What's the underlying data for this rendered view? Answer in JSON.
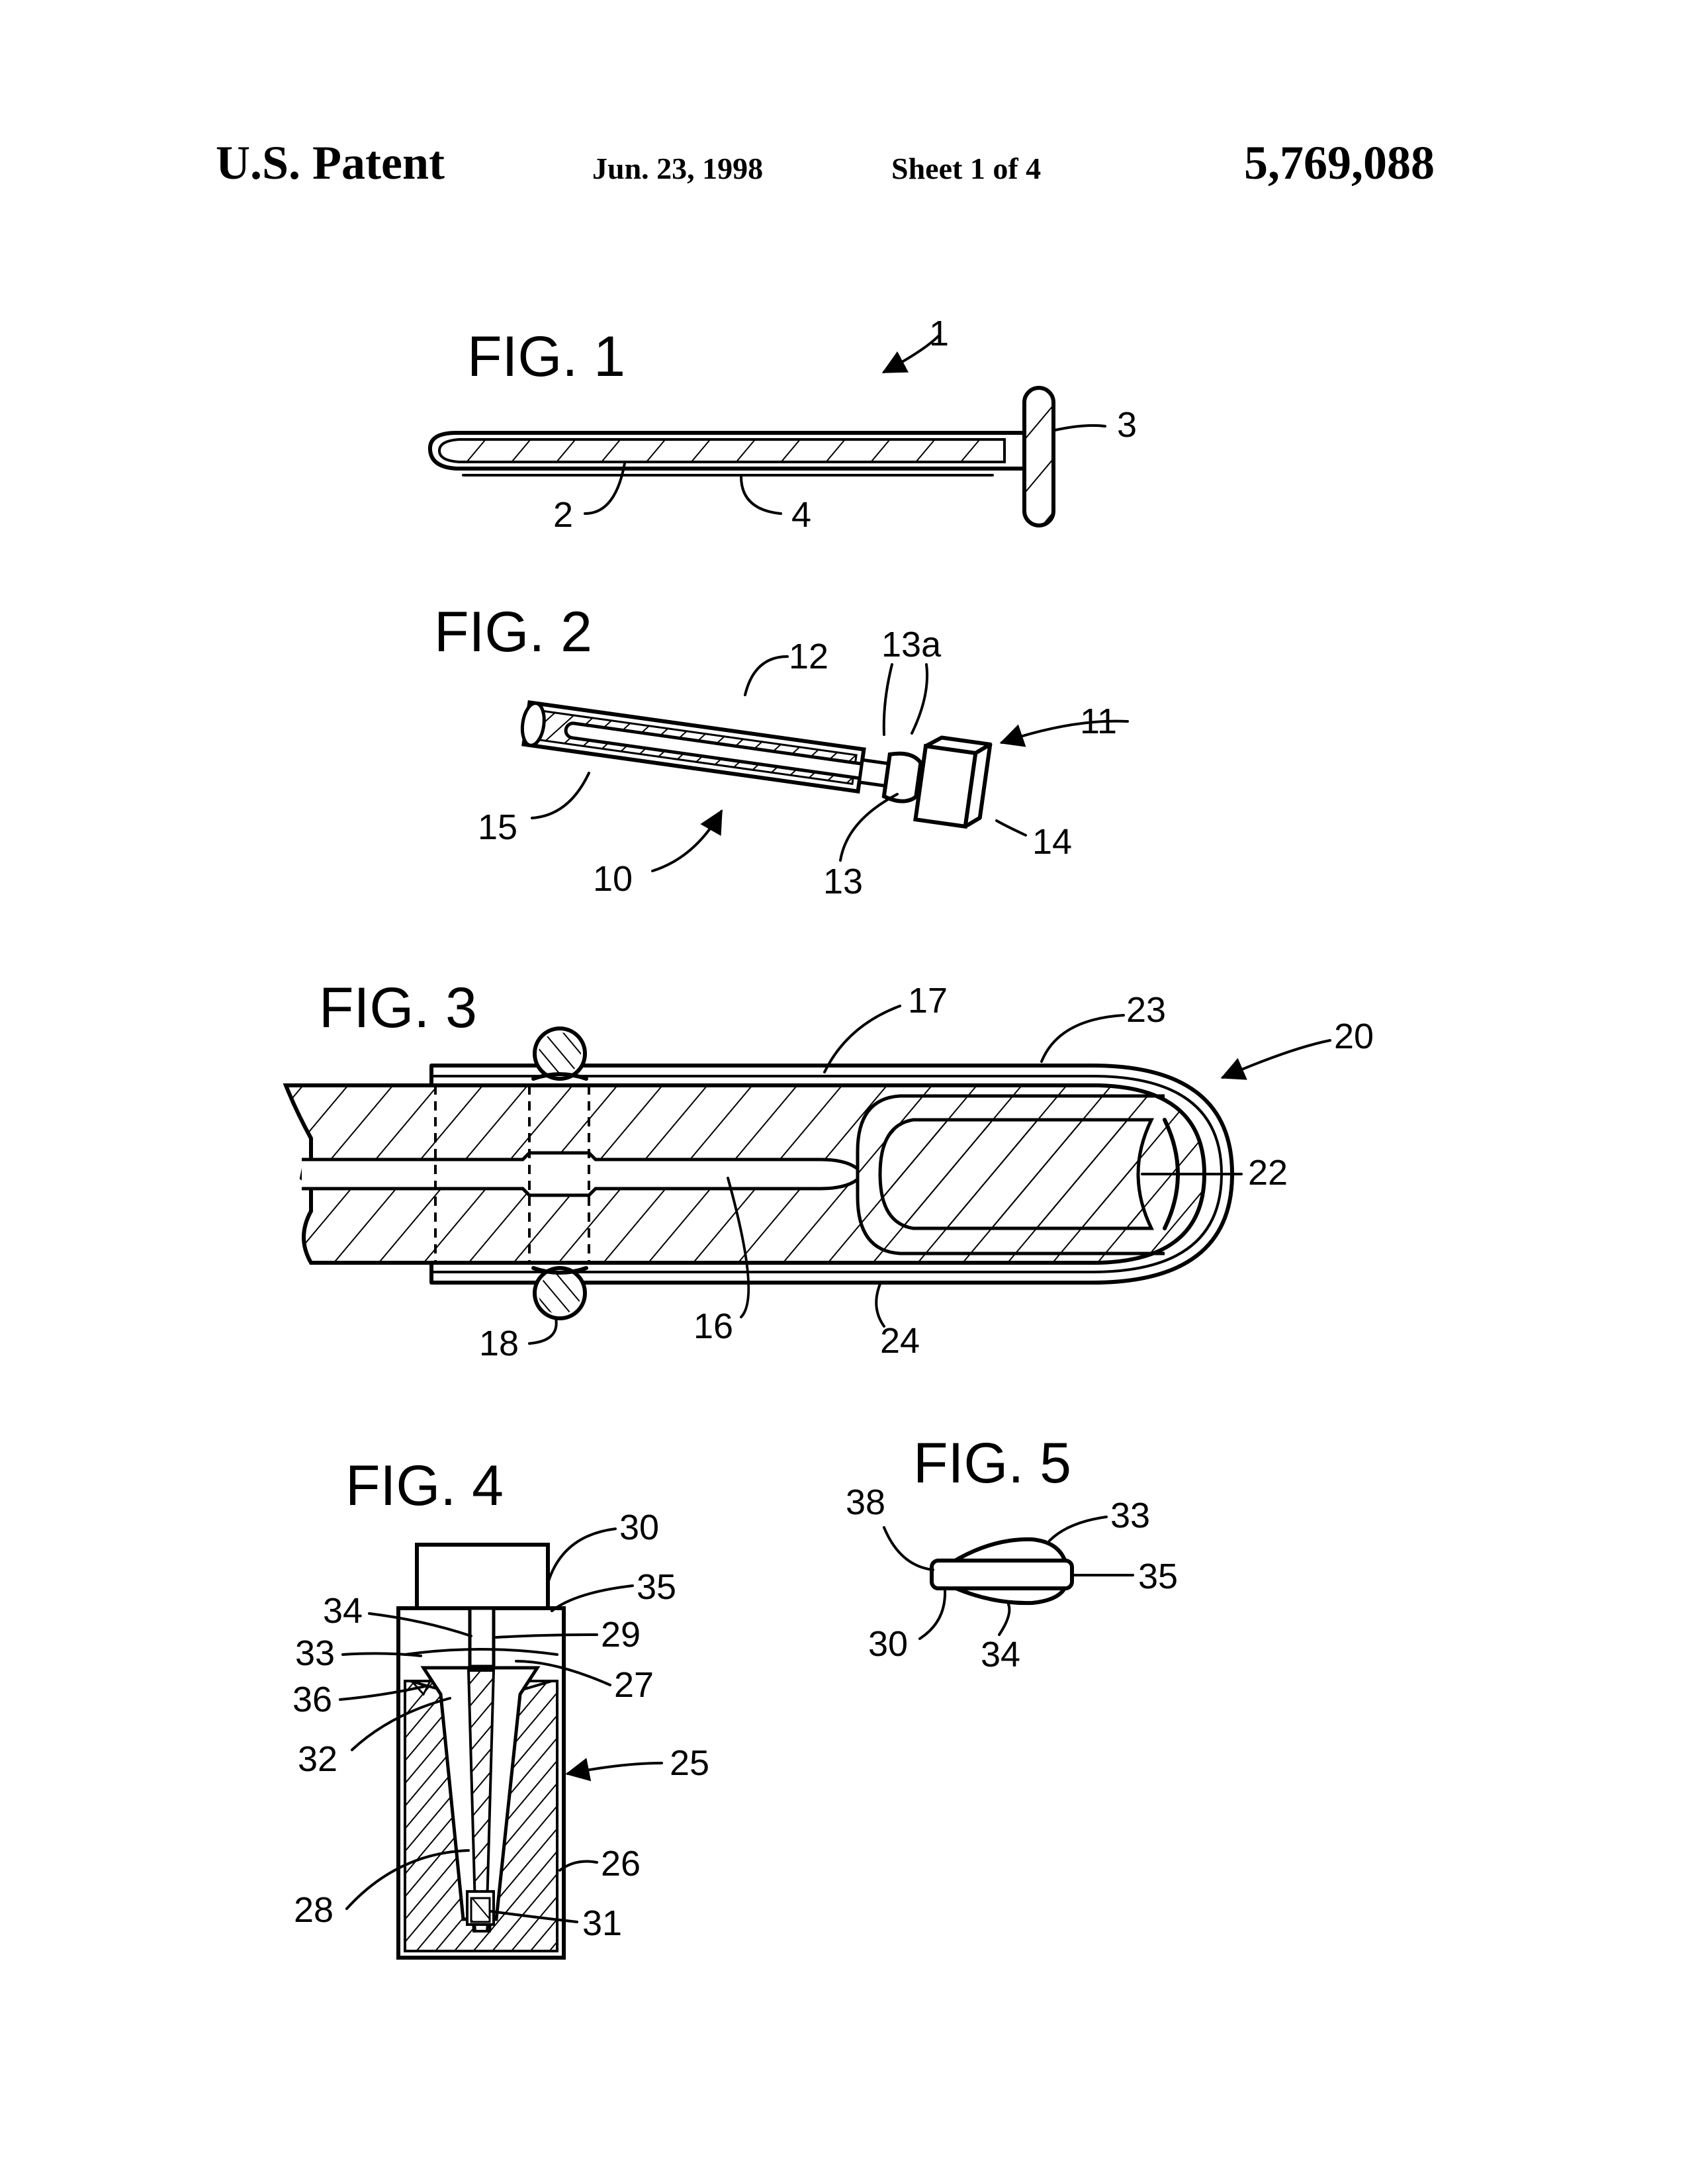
{
  "header": {
    "title": "U.S. Patent",
    "date": "Jun. 23, 1998",
    "sheet": "Sheet 1 of 4",
    "patent_number": "5,769,088"
  },
  "figures": {
    "fig1": {
      "title": "FIG. 1",
      "refs": {
        "r1": "1",
        "r2": "2",
        "r3": "3",
        "r4": "4"
      }
    },
    "fig2": {
      "title": "FIG. 2",
      "refs": {
        "r10": "10",
        "r11": "11",
        "r12": "12",
        "r13": "13",
        "r13a": "13a",
        "r14": "14",
        "r15": "15"
      }
    },
    "fig3": {
      "title": "FIG. 3",
      "refs": {
        "r16": "16",
        "r17": "17",
        "r18": "18",
        "r20": "20",
        "r22": "22",
        "r23": "23",
        "r24": "24"
      }
    },
    "fig4": {
      "title": "FIG. 4",
      "refs": {
        "r25": "25",
        "r26": "26",
        "r27": "27",
        "r28": "28",
        "r29": "29",
        "r30": "30",
        "r31": "31",
        "r32": "32",
        "r33": "33",
        "r34": "34",
        "r35": "35",
        "r36": "36"
      }
    },
    "fig5": {
      "title": "FIG. 5",
      "refs": {
        "r30": "30",
        "r33": "33",
        "r34": "34",
        "r35": "35",
        "r38": "38"
      }
    }
  }
}
